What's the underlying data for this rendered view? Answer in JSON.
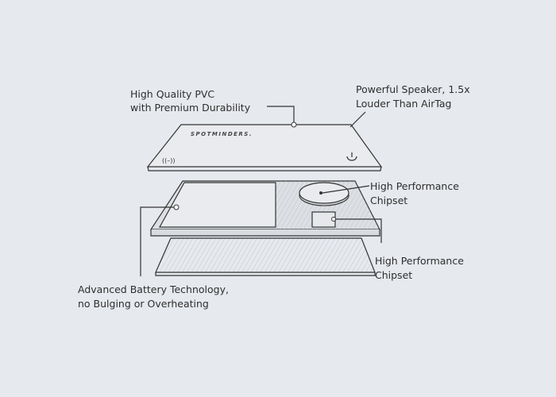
{
  "diagram": {
    "brand": "SPOTMINDERS.",
    "labels": {
      "pvc": [
        "High Quality PVC",
        "with Premium Durability"
      ],
      "speaker": [
        "Powerful Speaker, 1.5x",
        "Louder Than AirTag"
      ],
      "chipset_top": [
        "High Performance",
        "Chipset"
      ],
      "chipset_bottom": [
        "High Performance",
        "Chipset"
      ],
      "battery": [
        "Advanced Battery Technology,",
        "no Bulging or Overheating"
      ]
    },
    "icons": [
      "wireless-signal-icon",
      "power-icon"
    ],
    "colors": {
      "background": "#e6e9ee",
      "ink": "#2e2e2e",
      "shade": "#d3d6da"
    }
  }
}
